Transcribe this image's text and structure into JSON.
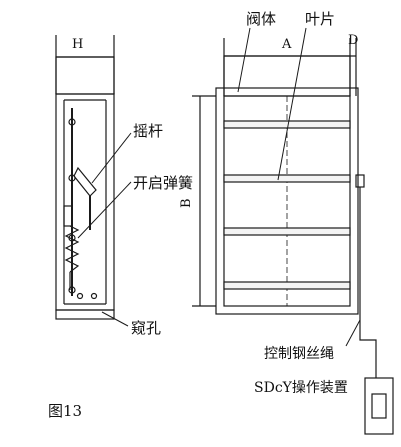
{
  "figure": {
    "caption": "图13",
    "side_view": {
      "dimension_label": "H",
      "rocker_label": "摇杆",
      "spring_label": "开启弹簧",
      "hole_label": "窥孔"
    },
    "front_view": {
      "body_label": "阀体",
      "blade_label": "叶片",
      "width_label": "A",
      "depth_label": "D",
      "height_label": "B",
      "wire_label": "控制钢丝绳",
      "device_label": "SDcY操作装置"
    },
    "colors": {
      "line": "#1a1a1a",
      "blade_fill": "#f4f4f4",
      "background": "#ffffff"
    }
  }
}
